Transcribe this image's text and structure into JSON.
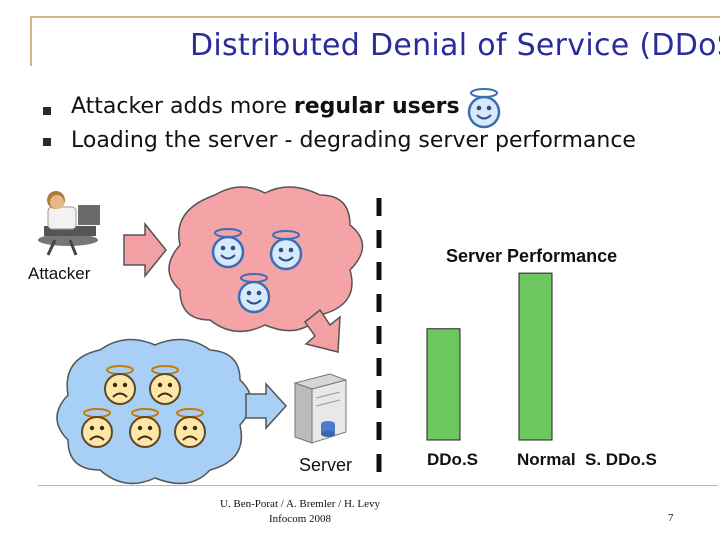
{
  "slide": {
    "title": "Distributed Denial of Service (DDoS",
    "bullets": [
      {
        "pre": "Attacker adds more ",
        "bold": "regular users",
        "post": ""
      },
      {
        "pre": "Loading the server - degrading server performance",
        "bold": "",
        "post": ""
      }
    ]
  },
  "diagram": {
    "attacker_label": "Attacker",
    "server_label": "Server"
  },
  "chart_data": {
    "type": "bar",
    "title": "Server Performance",
    "categories": [
      "DDo.S",
      "Normal  S. DDo.S"
    ],
    "values": [
      50,
      75
    ],
    "ylim": [
      0,
      80
    ],
    "bar_color": "#6cc75f"
  },
  "footer": {
    "line1": "U. Ben-Porat / A. Bremler / H. Levy",
    "line2": "Infocom 2008",
    "page": "7"
  },
  "colors": {
    "title": "#2b2b9a",
    "pink_cloud": "#f4a3a6",
    "blue_cloud": "#a8d0f7",
    "arrow_fill": "#f2a0a4",
    "blue_arrow": "#a8d0f7"
  }
}
